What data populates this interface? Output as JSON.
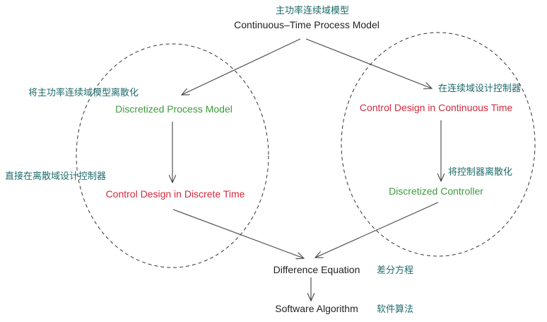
{
  "top": {
    "cn": "主功率连续域模型",
    "en": "Continuous–Time Process Model"
  },
  "left": {
    "step1_cn": "将主功率连续域模型离散化",
    "step1_en": "Discretized Process Model",
    "step2_cn": "直接在离散域设计控制器",
    "step2_en": "Control Design in Discrete Time"
  },
  "right": {
    "step1_cn": "在连续域设计控制器",
    "step1_en": "Control Design in Continuous Time",
    "step2_cn": "将控制器离散化",
    "step2_en": "Discretized Controller"
  },
  "bottom": {
    "difference_en": "Difference Equation",
    "difference_cn": "差分方程",
    "software_en": "Software Algorithm",
    "software_cn": "软件算法"
  },
  "colors": {
    "teal": "#1f6b6b",
    "green": "#3d9a3d",
    "red": "#d12a3e"
  }
}
